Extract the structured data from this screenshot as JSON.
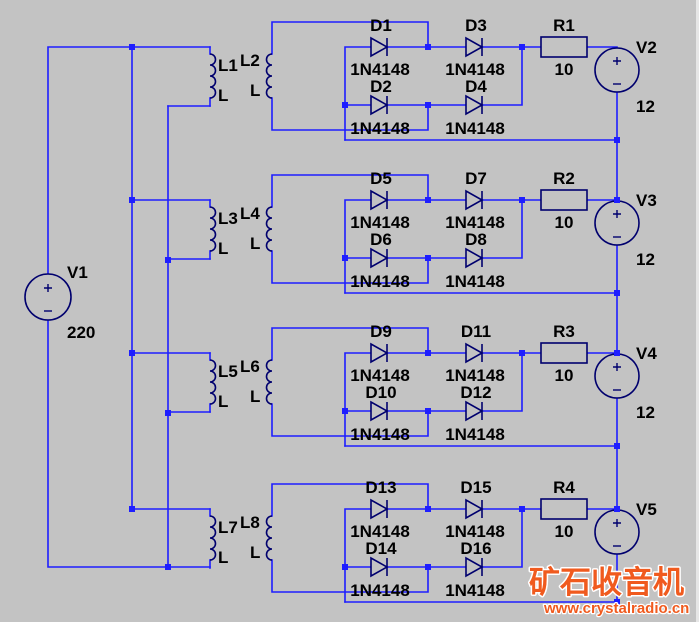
{
  "colors": {
    "background": "#c3c3c3",
    "wire": "#1e1eff",
    "junction": "#1e1eff",
    "component": "#00006e",
    "text": "#000000",
    "watermark": "#f05a1e",
    "watermark_outline": "#ffffff"
  },
  "source": {
    "name": "V1",
    "value": "220"
  },
  "stages": [
    {
      "primary": {
        "name": "L1",
        "value": "L"
      },
      "secondary": {
        "name": "L2",
        "value": "L"
      },
      "diodes": [
        {
          "name": "D1",
          "model": "1N4148"
        },
        {
          "name": "D2",
          "model": "1N4148"
        },
        {
          "name": "D3",
          "model": "1N4148"
        },
        {
          "name": "D4",
          "model": "1N4148"
        }
      ],
      "resistor": {
        "name": "R1",
        "value": "10"
      },
      "output": {
        "name": "V2",
        "value": "12"
      }
    },
    {
      "primary": {
        "name": "L3",
        "value": "L"
      },
      "secondary": {
        "name": "L4",
        "value": "L"
      },
      "diodes": [
        {
          "name": "D5",
          "model": "1N4148"
        },
        {
          "name": "D6",
          "model": "1N4148"
        },
        {
          "name": "D7",
          "model": "1N4148"
        },
        {
          "name": "D8",
          "model": "1N4148"
        }
      ],
      "resistor": {
        "name": "R2",
        "value": "10"
      },
      "output": {
        "name": "V3",
        "value": "12"
      }
    },
    {
      "primary": {
        "name": "L5",
        "value": "L"
      },
      "secondary": {
        "name": "L6",
        "value": "L"
      },
      "diodes": [
        {
          "name": "D9",
          "model": "1N4148"
        },
        {
          "name": "D10",
          "model": "1N4148"
        },
        {
          "name": "D11",
          "model": "1N4148"
        },
        {
          "name": "D12",
          "model": "1N4148"
        }
      ],
      "resistor": {
        "name": "R3",
        "value": "10"
      },
      "output": {
        "name": "V4",
        "value": "12"
      }
    },
    {
      "primary": {
        "name": "L7",
        "value": "L"
      },
      "secondary": {
        "name": "L8",
        "value": "L"
      },
      "diodes": [
        {
          "name": "D13",
          "model": "1N4148"
        },
        {
          "name": "D14",
          "model": "1N4148"
        },
        {
          "name": "D15",
          "model": "1N4148"
        },
        {
          "name": "D16",
          "model": "1N4148"
        }
      ],
      "resistor": {
        "name": "R4",
        "value": "10"
      },
      "output": {
        "name": "V5"
      }
    }
  ],
  "watermark": {
    "title": "矿石收音机",
    "url": "www.crystalradio.cn"
  }
}
